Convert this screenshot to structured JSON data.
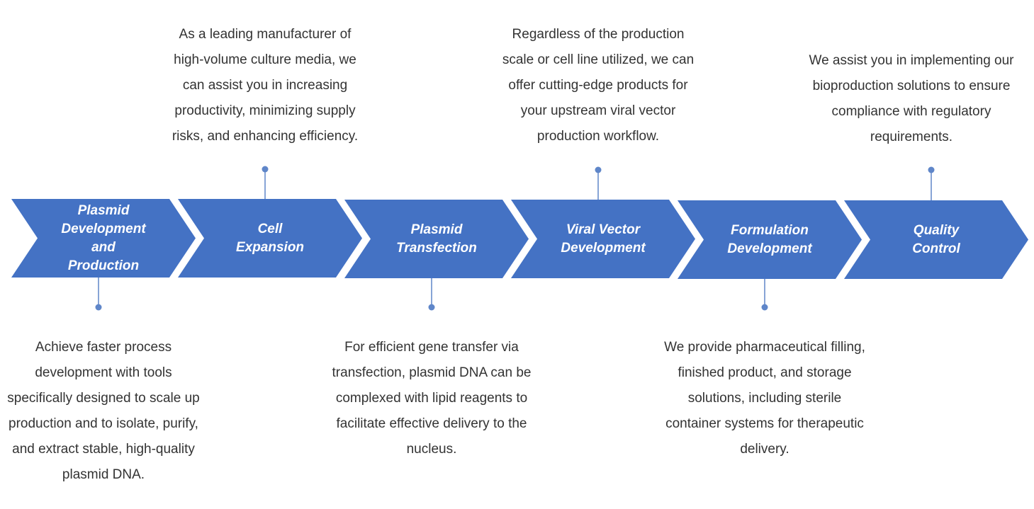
{
  "theme": {
    "accent": "#4472c4",
    "connector": "#5f86c9",
    "text": "#333333"
  },
  "steps": [
    {
      "label_lines": [
        "Plasmid",
        "Development",
        "and",
        "Production"
      ],
      "desc_lines": [
        "Achieve faster process",
        "development with tools",
        "specifically designed to scale up",
        "production and to isolate, purify,",
        "and extract stable, high-quality",
        "plasmid DNA."
      ]
    },
    {
      "label_lines": [
        "Cell",
        "Expansion"
      ],
      "desc_lines": [
        "As a leading manufacturer of",
        "high-volume culture media, we",
        "can assist you in increasing",
        "productivity, minimizing supply",
        "risks, and enhancing efficiency."
      ]
    },
    {
      "label_lines": [
        "Plasmid",
        "Transfection"
      ],
      "desc_lines": [
        "For efficient gene transfer via",
        "transfection, plasmid DNA can be",
        "complexed with lipid reagents to",
        "facilitate effective delivery to the",
        "nucleus."
      ]
    },
    {
      "label_lines": [
        "Viral Vector",
        "Development"
      ],
      "desc_lines": [
        "Regardless of the production",
        "scale or cell line utilized, we can",
        "offer cutting-edge products for",
        "your upstream viral vector",
        "production workflow."
      ]
    },
    {
      "label_lines": [
        "Formulation",
        "Development"
      ],
      "desc_lines": [
        "We provide pharmaceutical filling,",
        "finished product, and storage",
        "solutions, including sterile",
        "container systems for therapeutic",
        "delivery."
      ]
    },
    {
      "label_lines": [
        "Quality",
        "Control"
      ],
      "desc_lines": [
        "We assist you in implementing our",
        "bioproduction solutions to ensure",
        "compliance with regulatory",
        "requirements."
      ]
    }
  ]
}
